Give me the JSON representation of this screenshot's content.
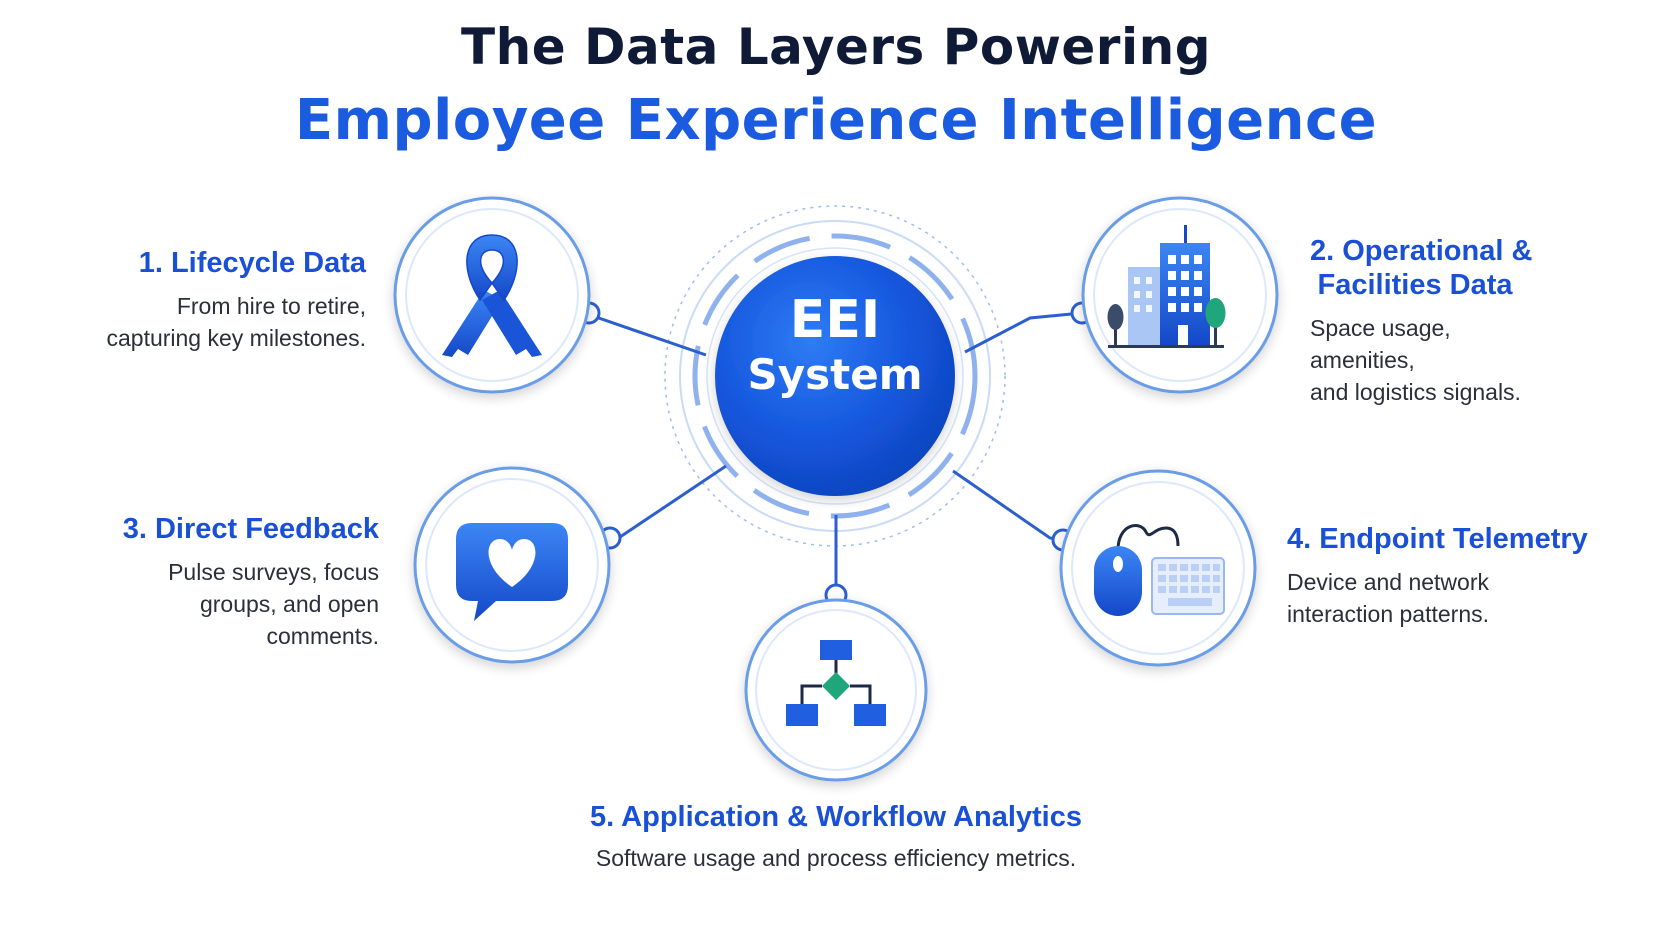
{
  "title": {
    "line1": "The Data Layers Powering",
    "line2": "Employee Experience Intelligence"
  },
  "hub": {
    "line1": "EEI",
    "line2": "System"
  },
  "layers": [
    {
      "heading": "1. Lifecycle Data",
      "desc_lines": [
        "From hire to retire,",
        "capturing key milestones."
      ],
      "icon": "ribbon-icon"
    },
    {
      "heading_lines": [
        "2. Operational &",
        "Facilities Data"
      ],
      "desc_lines": [
        "Space usage, amenities,",
        "and logistics signals."
      ],
      "icon": "building-icon"
    },
    {
      "heading": "3. Direct Feedback",
      "desc_lines": [
        "Pulse surveys, focus",
        "groups, and open",
        "comments."
      ],
      "icon": "heart-chat-icon"
    },
    {
      "heading": "4. Endpoint Telemetry",
      "desc_lines": [
        "Device and network",
        "interaction patterns."
      ],
      "icon": "mouse-keyboard-icon"
    },
    {
      "heading": "5. Application & Workflow Analytics",
      "desc_lines": [
        "Software usage and process efficiency metrics."
      ],
      "icon": "workflow-icon"
    }
  ],
  "colors": {
    "accent": "#1a5be0",
    "title_dark": "#0f1a36",
    "ring": "#6b9de8",
    "hub": "#1252d4"
  }
}
